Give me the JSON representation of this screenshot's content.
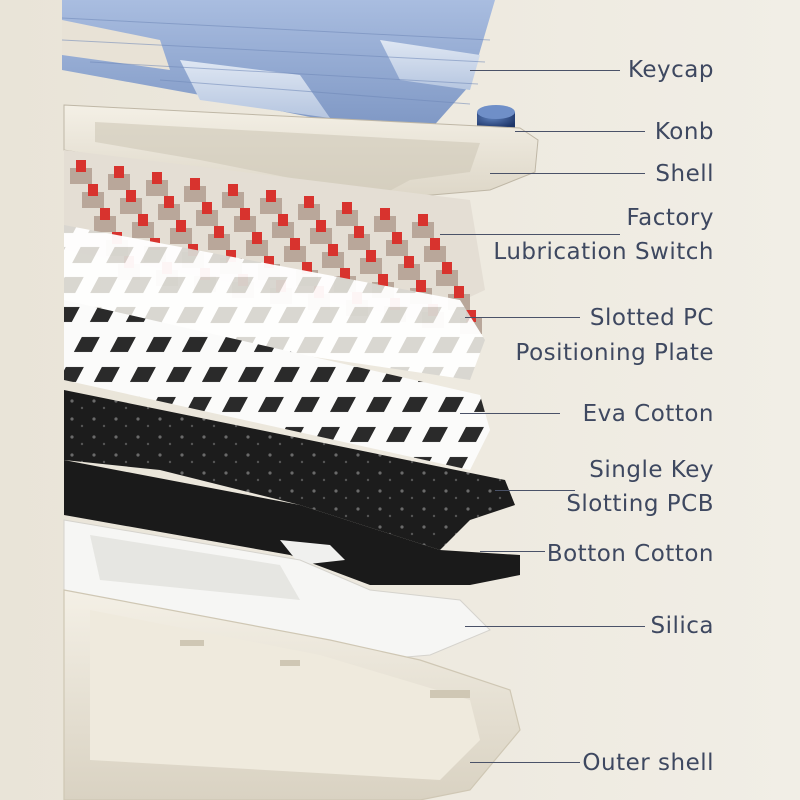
{
  "labels": {
    "keycap": "Keycap",
    "knob": "Konb",
    "shell": "Shell",
    "switch_line1": "Factory",
    "switch_line2": "Lubrication Switch",
    "plate_line1": "Slotted PC",
    "plate_line2": "Positioning Plate",
    "eva": "Eva Cotton",
    "pcb_line1": "Single Key",
    "pcb_line2": "Slotting PCB",
    "bottom_cotton": "Botton Cotton",
    "silica": "Silica",
    "outer_shell": "Outer shell"
  },
  "colors": {
    "background": "#ece7db",
    "label_text": "#3e4860",
    "keycap_blue": "#8ea6cf",
    "keycap_light": "#c9d6ea",
    "knob": "#27457e",
    "switch_red": "#d8332e",
    "pcb_black": "#1c1c1c",
    "shell_cream": "#e6e0d2"
  }
}
